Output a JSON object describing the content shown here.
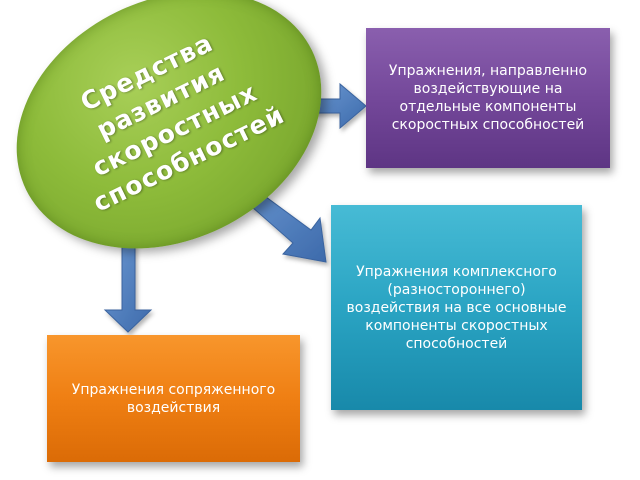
{
  "diagram": {
    "center_label": "Средства развития скоростных способностей",
    "boxes": {
      "purple": "Упражнения, направленно воздействующие на отдельные компоненты скоростных способностей",
      "cyan": "Упражнения комплексного (разностороннего) воздействия на все основные компоненты скоростных способностей",
      "orange": "Упражнения сопряженного воздействия"
    }
  },
  "colors": {
    "ellipse": "#8dbb3a",
    "purple_box": "#74489a",
    "cyan_box": "#2aa4c3",
    "orange_box": "#ef7f13",
    "arrow": "#4f7ec0"
  }
}
